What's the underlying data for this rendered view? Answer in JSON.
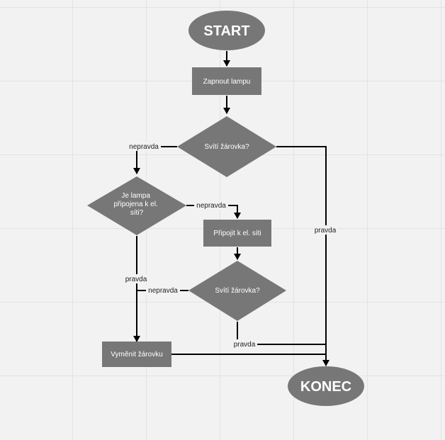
{
  "nodes": {
    "start": "START",
    "turn_on": "Zapnout lampu",
    "decision1": "Svítí žárovka?",
    "decision2_lines": [
      "Je lampa",
      "připojena k el.",
      "síti?"
    ],
    "connect": "Připojit k el. síti",
    "decision3": "Svítí žárovka?",
    "replace": "Vyměnit žárovku",
    "end": "KONEC"
  },
  "edges": {
    "d1_false": "nepravda",
    "d1_true": "pravda",
    "d2_false": "nepravda",
    "d2_true": "pravda",
    "d3_false": "nepravda",
    "d3_true": "pravda"
  },
  "colors": {
    "node_fill": "#777777",
    "line": "#000000",
    "text": "#ffffff"
  }
}
